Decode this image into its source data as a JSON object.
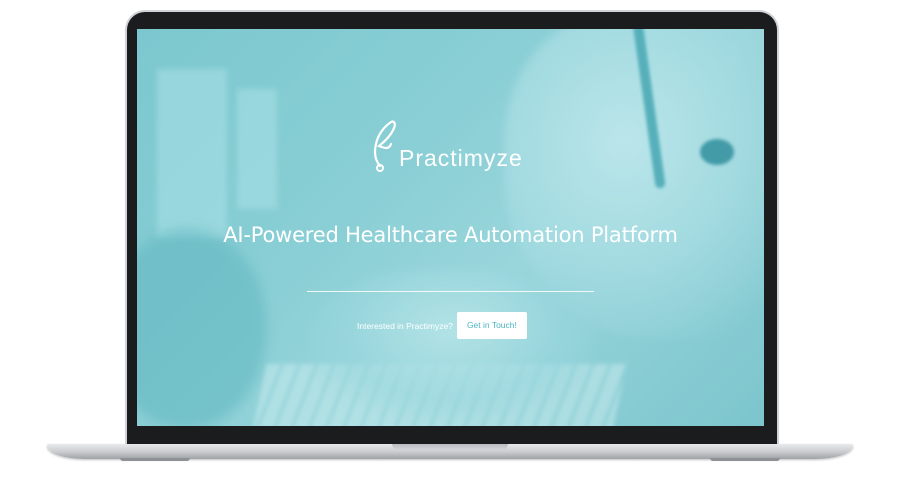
{
  "brand": {
    "name": "Practimyze",
    "logo_icon": "practimyze-logo-icon"
  },
  "hero": {
    "headline": "AI-Powered Healthcare Automation Platform",
    "cta_prompt": "Interested in Practimyze?",
    "cta_button_label": "Get in Touch!"
  },
  "colors": {
    "background_tint": "#8fd0d6",
    "button_text": "#4bb5c3",
    "button_bg": "#ffffff",
    "bezel": "#1b1c1e"
  }
}
